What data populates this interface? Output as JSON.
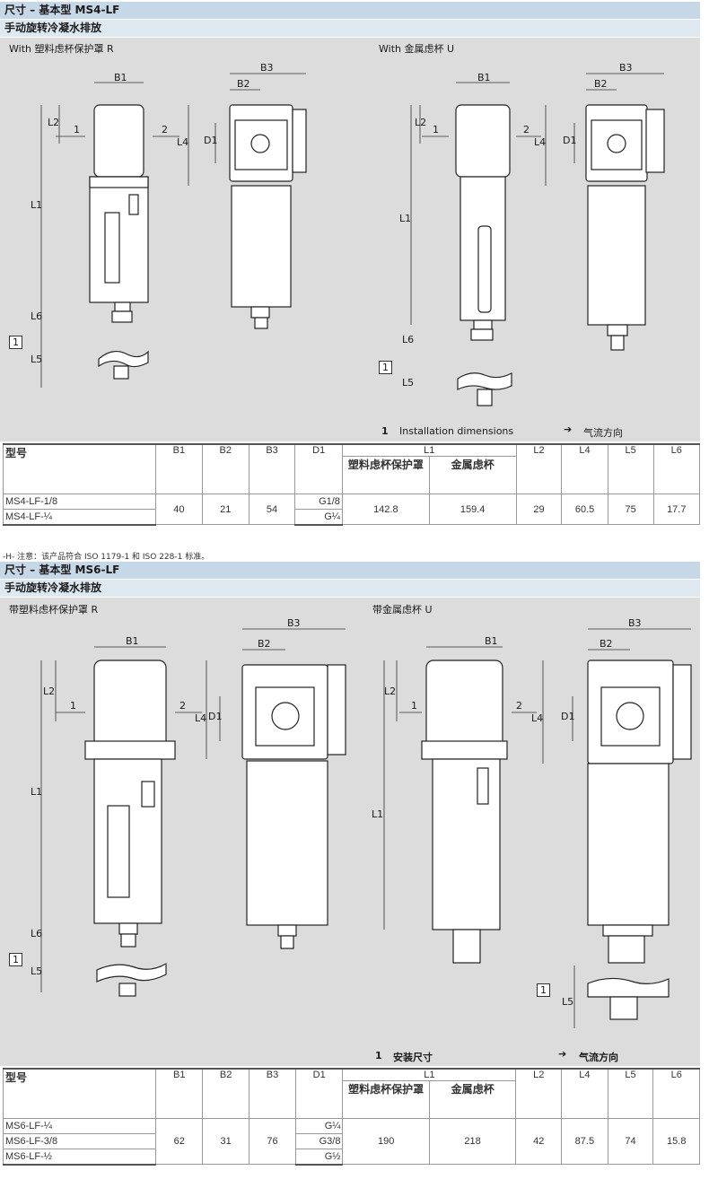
{
  "section1": {
    "title": "尺寸 – 基本型 MS4-LF",
    "subtitle": "手动旋转冷凝水排放",
    "left_label": "With 塑料虑杯保护罩 R",
    "right_label": "With 金属虑杯 U",
    "legend_num": "1",
    "legend_text": "Installation dimensions",
    "flow_text": "气流方向",
    "dims": {
      "b1": "B1",
      "b2": "B2",
      "b3": "B3",
      "d1": "D1",
      "l1": "L1",
      "l2": "L2",
      "l4": "L4",
      "l5": "L5",
      "l6": "L6",
      "in": "1",
      "out": "2",
      "callout": "1"
    },
    "table": {
      "headers": {
        "model": "型号",
        "b1": "B1",
        "b2": "B2",
        "b3": "B3",
        "d1": "D1",
        "l1": "L1",
        "l1a": "塑料虑杯保护罩",
        "l1b": "金属虑杯",
        "l2": "L2",
        "l4": "L4",
        "l5": "L5",
        "l6": "L6"
      },
      "models": [
        "MS4-LF-1/8",
        "MS4-LF-¼"
      ],
      "d1": [
        "G1/8",
        "G¼"
      ],
      "b1": "40",
      "b2": "21",
      "b3": "54",
      "l1a": "142.8",
      "l1b": "159.4",
      "l2": "29",
      "l4": "60.5",
      "l5": "75",
      "l6": "17.7"
    }
  },
  "note": "-H- 注意：该产品符合 ISO 1179-1 和 ISO 228-1 标准。",
  "section2": {
    "title": "尺寸 – 基本型 MS6-LF",
    "subtitle": "手动旋转冷凝水排放",
    "left_label": "带塑料虑杯保护罩 R",
    "right_label": "带金属虑杯 U",
    "legend_num": "1",
    "legend_text": "安装尺寸",
    "flow_text": "气流方向",
    "dims": {
      "b1": "B1",
      "b2": "B2",
      "b3": "B3",
      "d1": "D1",
      "l1": "L1",
      "l2": "L2",
      "l4": "L4",
      "l5": "L5",
      "l6": "L6",
      "in": "1",
      "out": "2",
      "callout": "1"
    },
    "table": {
      "headers": {
        "model": "型号",
        "b1": "B1",
        "b2": "B2",
        "b3": "B3",
        "d1": "D1",
        "l1": "L1",
        "l1a": "塑料虑杯保护罩",
        "l1b": "金属虑杯",
        "l2": "L2",
        "l4": "L4",
        "l5": "L5",
        "l6": "L6"
      },
      "models": [
        "MS6-LF-¼",
        "MS6-LF-3/8",
        "MS6-LF-½"
      ],
      "d1": [
        "G¼",
        "G3/8",
        "G½"
      ],
      "b1": "62",
      "b2": "31",
      "b3": "76",
      "l1a": "190",
      "l1b": "218",
      "l2": "42",
      "l4": "87.5",
      "l5": "74",
      "l6": "15.8"
    }
  }
}
